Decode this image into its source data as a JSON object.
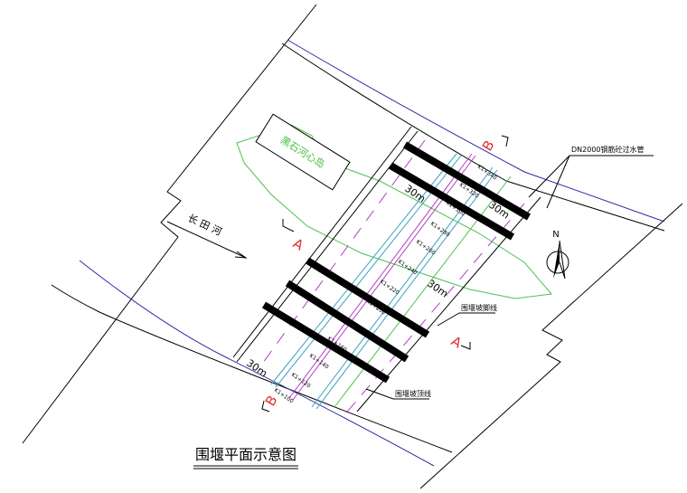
{
  "title": "围堰平面示意图",
  "pipe_label": "DN2000钢筋砼过水管",
  "toe_label": "围堰坡脚线",
  "top_label": "围堰坡顶线",
  "island_label": "黑石河心岛",
  "flow_label": "长 田 河",
  "north_label": "N",
  "section_a": "A",
  "section_b": "B",
  "dimensions": [
    "30m",
    "30m",
    "30m",
    "30m"
  ],
  "stations": [
    "K1+340",
    "K1+320",
    "K1+300",
    "K1+280",
    "K1+260",
    "K1+240",
    "K1+220",
    "K1+200",
    "K1+180",
    "K1+160",
    "K1+140",
    "K1+120",
    "K1+100"
  ],
  "colors": {
    "river_bank": "#2a2aa8",
    "island": "#50c050",
    "section_mark": "#e03030",
    "centerline": "#b040c0",
    "pipe_edge": "#3aa0c0"
  }
}
